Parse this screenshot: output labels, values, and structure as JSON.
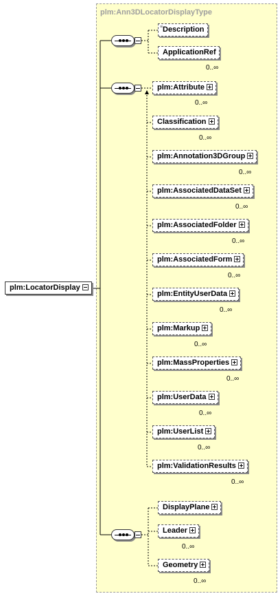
{
  "complex_type_title": "plm:Ann3DLocatorDisplayType",
  "root": {
    "label": "plm:LocatorDisplay"
  },
  "group1": [
    {
      "label": "Description",
      "card": ""
    },
    {
      "label": "ApplicationRef",
      "card": "0..∞"
    }
  ],
  "group2": [
    {
      "label": "plm:Attribute",
      "card": "0..∞"
    },
    {
      "label": "Classification",
      "card": "0..∞"
    },
    {
      "label": "plm:Annotation3DGroup",
      "card": "0..∞"
    },
    {
      "label": "plm:AssociatedDataSet",
      "card": "0..∞"
    },
    {
      "label": "plm:AssociatedFolder",
      "card": "0..∞"
    },
    {
      "label": "plm:AssociatedForm",
      "card": "0..∞"
    },
    {
      "label": "plm:EntityUserData",
      "card": "0..∞"
    },
    {
      "label": "plm:Markup",
      "card": "0..∞"
    },
    {
      "label": "plm:MassProperties",
      "card": "0..∞"
    },
    {
      "label": "plm:UserData",
      "card": "0..∞"
    },
    {
      "label": "plm:UserList",
      "card": "0..∞"
    },
    {
      "label": "plm:ValidationResults",
      "card": "0..∞"
    }
  ],
  "group3": [
    {
      "label": "DisplayPlane",
      "card": ""
    },
    {
      "label": "Leader",
      "card": "0..∞"
    },
    {
      "label": "Geometry",
      "card": "0..∞"
    }
  ]
}
